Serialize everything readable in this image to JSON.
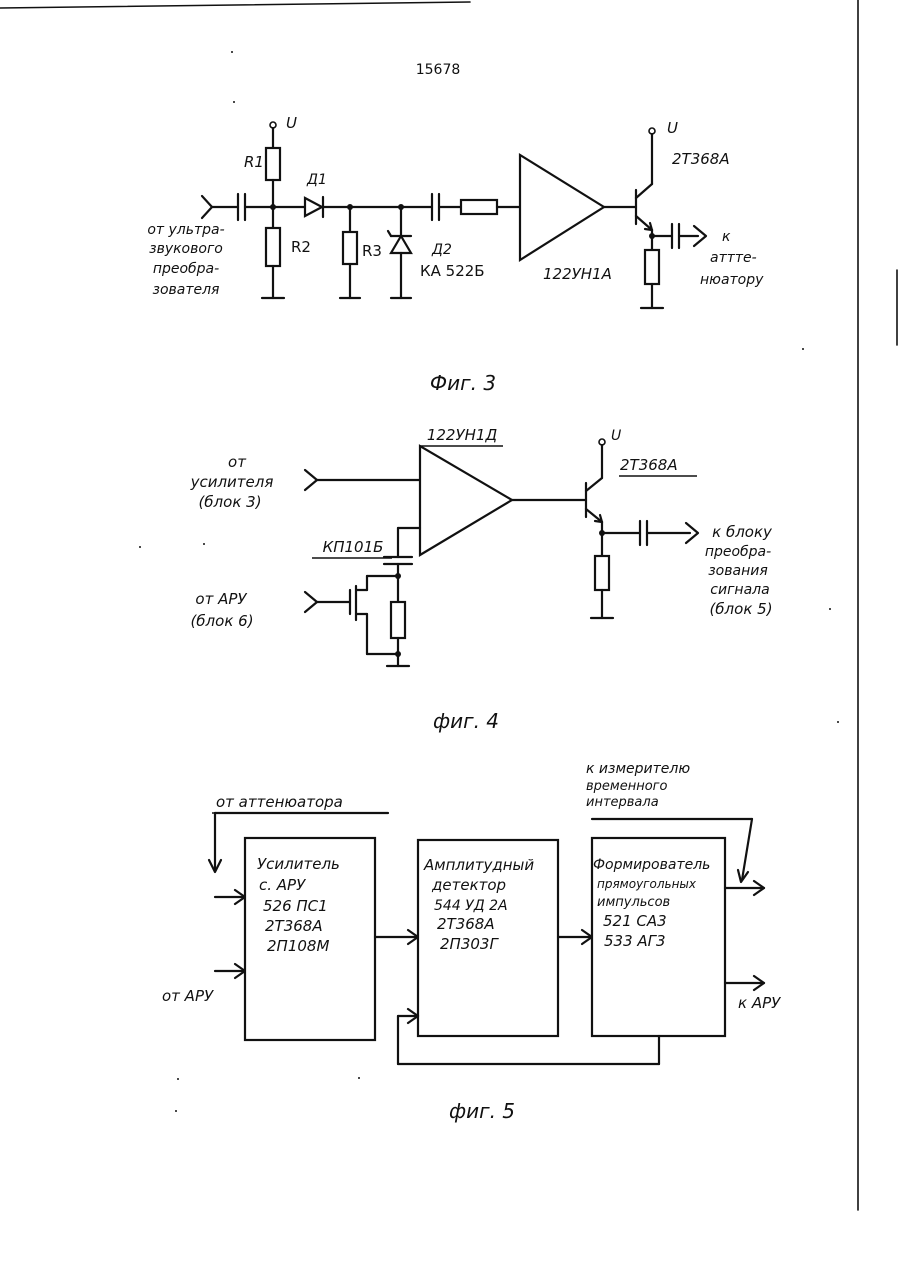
{
  "page_number": "15678",
  "fig3": {
    "caption": "Фиг. 3",
    "supply_top": "U",
    "supply_right": "U",
    "r1": "R1",
    "r2": "R2",
    "r3": "R3",
    "d1": "Д1",
    "d2": "Д2",
    "d2_part": "КА 522Б",
    "amp_part": "122УН1А",
    "transistor": "2Т368А",
    "input_lines": [
      "от ультра-",
      "звукового",
      "преобра-",
      "зователя"
    ],
    "output_lines": [
      "к",
      "аттте-",
      "нюатору"
    ]
  },
  "fig4": {
    "caption": "фиг. 4",
    "amp_part": "122УН1Д",
    "transistor": "2Т368А",
    "supply": "U",
    "fet": "КП101Б",
    "in1_lines": [
      "от",
      "усилителя",
      "(блок 3)"
    ],
    "in2_lines": [
      "от АРУ",
      "(блок 6)"
    ],
    "output_lines": [
      "к блоку",
      "преобра-",
      "зования",
      "сигнала",
      "(блок 5)"
    ]
  },
  "fig5": {
    "caption": "фиг. 5",
    "from_attenuator": "от аттенюатора",
    "from_agc": "от АРУ",
    "to_meter_lines": [
      "к измерителю",
      "временного",
      "интервала"
    ],
    "to_agc": "к АРУ",
    "blocks": [
      {
        "lines": [
          "Усилитель",
          "с. АРУ",
          "526 ПС1",
          "2Т368А",
          "2П108М"
        ]
      },
      {
        "lines": [
          "Амплитудный",
          "детектор",
          "544 УД 2А",
          "2Т368А",
          "2П303Г"
        ]
      },
      {
        "lines": [
          "Формирователь",
          "прямоугольных",
          "импульсов",
          "521 СА3",
          "533 АГ3"
        ]
      }
    ]
  }
}
